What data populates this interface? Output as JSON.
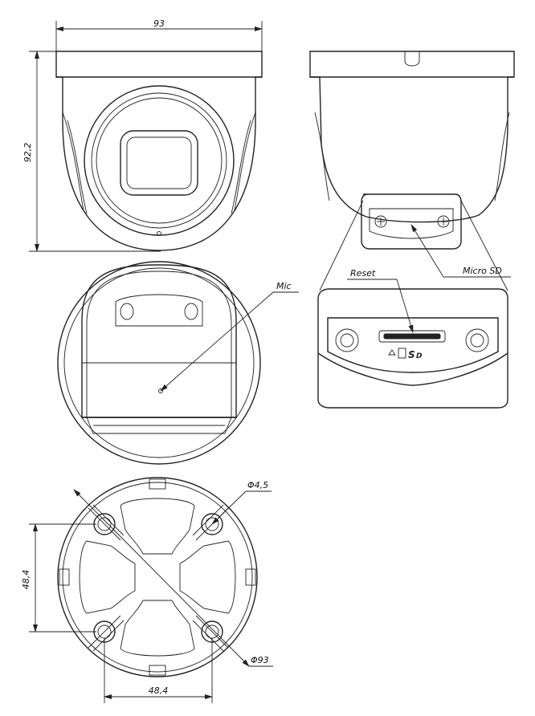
{
  "labels": {
    "top_width": "93",
    "height": "92,2",
    "mic": "Mic",
    "reset": "Reset",
    "micro_sd": "Micro SD",
    "hole_diameter": "Φ4,5",
    "base_vertical": "48,4",
    "base_horizontal": "48,4",
    "base_diameter": "Φ93"
  },
  "colors": {
    "line": "#222222",
    "background": "#ffffff"
  }
}
